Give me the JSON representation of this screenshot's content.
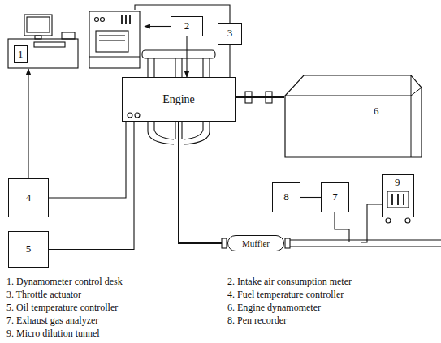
{
  "diagram": {
    "nodes": [
      {
        "text": [
          "1"
        ]
      },
      {
        "text": [
          "2"
        ]
      },
      {
        "text": [
          "3"
        ]
      },
      {
        "text": [
          "Engine"
        ]
      },
      {
        "text": [
          "6"
        ]
      },
      {
        "text": [
          "4"
        ]
      },
      {
        "text": [
          "5"
        ]
      },
      {
        "text": [
          "Muffler"
        ]
      },
      {
        "text": [
          "8"
        ]
      },
      {
        "text": [
          "7"
        ]
      },
      {
        "text": [
          "9"
        ]
      }
    ],
    "edges": [
      {
        "from": 1,
        "to": 0,
        "arrow": "to"
      },
      {
        "from": 1,
        "to": 3,
        "arrow": "to"
      },
      {
        "from": 0,
        "to": 2,
        "arrow": "none"
      },
      {
        "from": 3,
        "to": 2,
        "arrow": "none"
      },
      {
        "from": 3,
        "to": 4,
        "arrow": "none"
      },
      {
        "from": 5,
        "to": 0,
        "arrow": "to"
      },
      {
        "from": 5,
        "to": 3,
        "arrow": "none"
      },
      {
        "from": 6,
        "to": 3,
        "arrow": "none"
      },
      {
        "from": 3,
        "to": 7,
        "arrow": "none"
      },
      {
        "from": 8,
        "to": 9,
        "arrow": "none"
      }
    ],
    "labels": [
      "1. Dynamometer control desk",
      "2. Intake air consumption meter",
      "3. Throttle actuator",
      "4. Fuel temperature controller",
      "5. Oil temperature controller",
      "6. Engine dynamometer",
      "7. Exhaust gas analyzer",
      "8. Pen recorder",
      "9. Micro dilution tunnel"
    ]
  }
}
